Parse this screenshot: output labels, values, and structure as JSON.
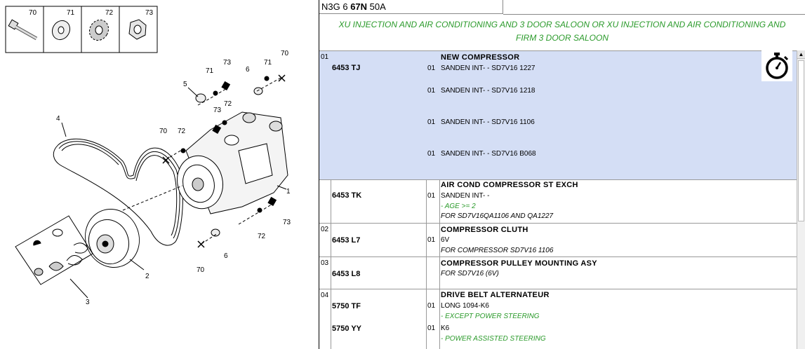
{
  "header": {
    "code_prefix": "N3G 6 ",
    "code_bold": "67N",
    "code_suffix": " 50A"
  },
  "variant": {
    "line1": "XU INJECTION AND AIR CONDITIONING AND 3 DOOR SALOON OR XU INJECTION AND AIR CONDITIONING AND",
    "line2": "FIRM 3 DOOR SALOON"
  },
  "diagram": {
    "legend": [
      "70",
      "71",
      "72",
      "73"
    ],
    "callouts": [
      "5",
      "71",
      "73",
      "6",
      "71",
      "70",
      "72",
      "73",
      "4",
      "70",
      "72",
      "1",
      "73",
      "72",
      "70",
      "6",
      "2",
      "3"
    ]
  },
  "rows": [
    {
      "num": "01",
      "ref": "6453 TJ",
      "name": "NEW COMPRESSOR",
      "lines": [
        {
          "qty": "01",
          "text": "SANDEN INT- - SD7V16 1227"
        },
        {
          "qty": "01",
          "text": "SANDEN INT- - SD7V16 1218"
        },
        {
          "qty": "01",
          "text": "SANDEN INT- - SD7V16 1106"
        },
        {
          "qty": "01",
          "text": "SANDEN INT- - SD7V16 B068"
        }
      ]
    },
    {
      "ref": "6453 TK",
      "name": "AIR COND COMPRESSOR ST EXCH",
      "qty": "01",
      "text": "SANDEN INT- -",
      "note1": "- AGE >= 2",
      "note2": "FOR SD7V16QA1106 AND QA1227"
    },
    {
      "num": "02",
      "ref": "6453 L7",
      "name": "COMPRESSOR CLUTH",
      "qty": "01",
      "text": "6V",
      "note": "FOR COMPRESSOR SD7V16 1106"
    },
    {
      "num": "03",
      "ref": "6453 L8",
      "name": "COMPRESSOR PULLEY MOUNTING ASY",
      "note": "FOR SD7V16 (6V)"
    },
    {
      "num": "04",
      "ref": "5750 TF",
      "name": "DRIVE BELT ALTERNATEUR",
      "qty": "01",
      "text": "LONG 1094-K6",
      "note": "- EXCEPT POWER STEERING",
      "ref2": "5750 YY",
      "qty2": "01",
      "text2": "K6",
      "note2": "- POWER ASSISTED STEERING"
    }
  ],
  "icons": {
    "timer": "stopwatch-icon",
    "scroll_up": "scroll-up-arrow-icon"
  },
  "colors": {
    "selected_row": "#d4def5",
    "green_text": "#2a9a2a"
  }
}
